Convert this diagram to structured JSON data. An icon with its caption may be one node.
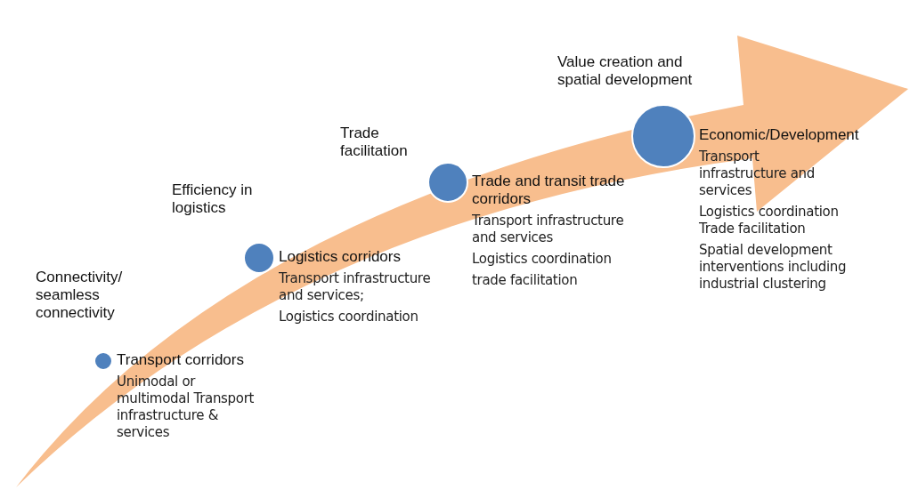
{
  "diagram": {
    "nodes": [
      {
        "text": [],
        "shape": "circle",
        "beside": [
          "Transport corridors",
          "Unimodal or multimodal Transport infrastructure & services"
        ]
      },
      {
        "text": [],
        "shape": "circle",
        "beside": [
          "Logistics corridors",
          "Transport infrastructure and services;",
          "Logistics coordination"
        ]
      },
      {
        "text": [],
        "shape": "circle",
        "beside": [
          "Trade and transit trade corridors",
          "Transport infrastructure and services",
          "Logistics coordination",
          "trade facilitation"
        ]
      },
      {
        "text": [],
        "shape": "circle",
        "beside": [
          "Economic/Development",
          "Transport infrastructure and services",
          "Logistics coordination Trade facilitation",
          "Spatial development interventions including industrial clustering"
        ]
      }
    ],
    "labels": [
      "Connectivity/ seamless connectivity",
      "Efficiency in logistics",
      "Trade facilitation",
      "Value creation and spatial development"
    ]
  }
}
